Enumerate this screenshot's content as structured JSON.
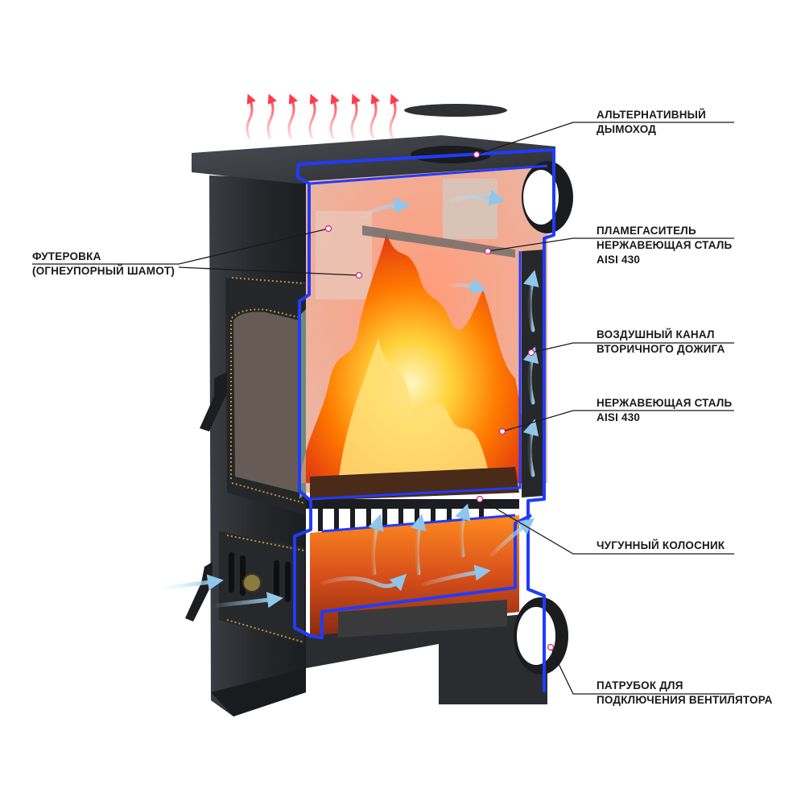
{
  "colors": {
    "background": "#ffffff",
    "stove_body": "#2b2d31",
    "section_outline": "#1f3cff",
    "fire": "#ff7a00",
    "firebrick": "#e8b8a8",
    "air_arrow": "#8fc6ea",
    "heat_arrow": "#ff5a6a",
    "brass_trim": "#b8963a",
    "label_text": "#1a1a1a",
    "marker": "#d2247a"
  },
  "labels": {
    "alt_chimney": {
      "line1": "АЛЬТЕРНАТИВНЫЙ",
      "line2": "ДЫМОХОД"
    },
    "flame_damper": {
      "line1": "ПЛАМЕГАСИТЕЛЬ",
      "line2": "НЕРЖАВЕЮЩАЯ СТАЛЬ",
      "line3": "AISI 430"
    },
    "lining": {
      "line1": "ФУТЕРОВКА",
      "line2": "(ОГНЕУПОРНЫЙ ШАМОТ)"
    },
    "air_channel": {
      "line1": "ВОЗДУШНЫЙ КАНАЛ",
      "line2": "ВТОРИЧНОГО ДОЖИГА"
    },
    "stainless": {
      "line1": "НЕРЖАВЕЮЩАЯ СТАЛЬ",
      "line2": "AISI 430"
    },
    "grate": {
      "line1": "ЧУГУННЫЙ КОЛОСНИК"
    },
    "fan_pipe": {
      "line1": "ПАТРУБОК ДЛЯ",
      "line2": "ПОДКЛЮЧЕНИЯ ВЕНТИЛЯТОРА"
    }
  }
}
